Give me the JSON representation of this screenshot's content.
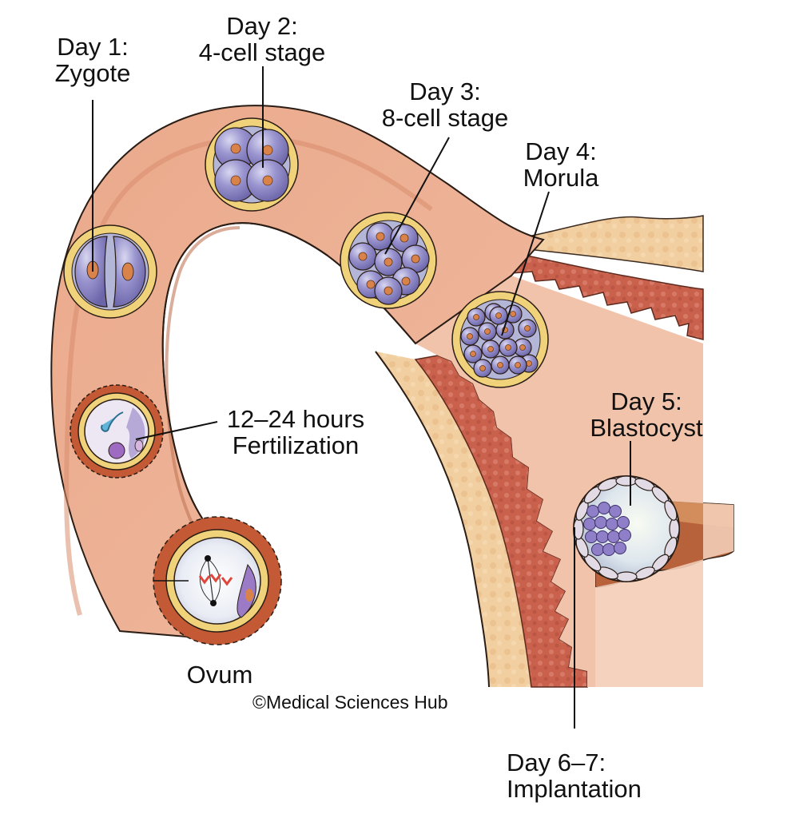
{
  "diagram": {
    "title": "Early embryonic development from ovum to implantation",
    "stages": [
      {
        "id": "zygote",
        "line1": "Day 1:",
        "line2": "Zygote",
        "cells": 2
      },
      {
        "id": "four-cell",
        "line1": "Day 2:",
        "line2": "4-cell stage",
        "cells": 4
      },
      {
        "id": "eight-cell",
        "line1": "Day 3:",
        "line2": "8-cell stage",
        "cells": 8
      },
      {
        "id": "morula",
        "line1": "Day 4:",
        "line2": "Morula",
        "cells": 16
      },
      {
        "id": "blastocyst",
        "line1": "Day 5:",
        "line2": "Blastocyst"
      },
      {
        "id": "implantation",
        "line1": "Day 6–7:",
        "line2": "Implantation"
      },
      {
        "id": "fertilization",
        "line1": "12–24 hours",
        "line2": "Fertilization"
      },
      {
        "id": "ovum",
        "line1": "Ovum"
      }
    ],
    "credit": "©Medical Sciences Hub",
    "colors": {
      "tube_wall": "#e8a383",
      "tube_lumen": "#f3c4ab",
      "endometrium": "#c8604c",
      "myometrium": "#f2cf9e",
      "zona_pellucida": "#f0d27a",
      "blastomere": "#8b86c4",
      "nucleus": "#d9824a",
      "corona": "#c45a35"
    }
  }
}
